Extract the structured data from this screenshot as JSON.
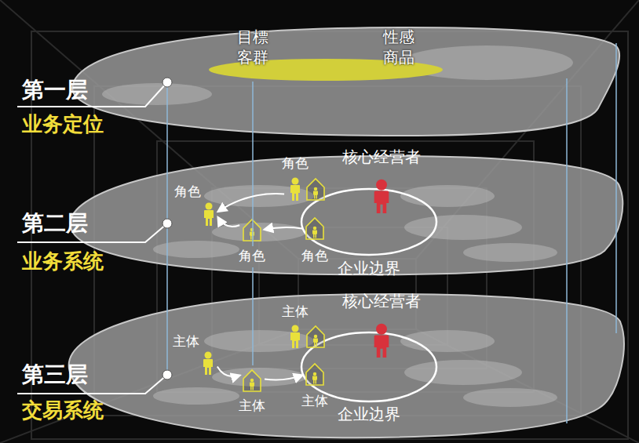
{
  "diagram": {
    "nodes": [
      {
        "text": [
          "第一层",
          "业务定位"
        ]
      },
      {
        "text": [
          "目標 客群",
          "性感 商品"
        ],
        "in": 0
      },
      {
        "text": [
          "第二层",
          "业务系统"
        ]
      },
      {
        "text": [
          "企业边界"
        ],
        "in": 2
      },
      {
        "text": [
          "核心经营者"
        ],
        "in": 2
      },
      {
        "text": [
          "角色"
        ],
        "in": 2
      },
      {
        "text": [
          "角色"
        ],
        "in": 2
      },
      {
        "text": [
          "角色"
        ],
        "in": 2
      },
      {
        "text": [
          "角色"
        ],
        "in": 3
      },
      {
        "text": [
          "第三层",
          "交易系统"
        ]
      },
      {
        "text": [
          "企业边界"
        ],
        "in": 9
      },
      {
        "text": [
          "核心经营者"
        ],
        "in": 9
      },
      {
        "text": [
          "主体"
        ],
        "in": 9
      },
      {
        "text": [
          "主体"
        ],
        "in": 9
      },
      {
        "text": [
          "主体"
        ],
        "in": 9
      },
      {
        "text": [
          "主体"
        ],
        "in": 10
      }
    ],
    "edges": [
      {
        "from": 5,
        "to": 6,
        "arrow": "to"
      },
      {
        "from": 7,
        "to": 6,
        "arrow": "to"
      },
      {
        "from": 8,
        "to": 7,
        "arrow": "to"
      },
      {
        "from": 13,
        "to": 14,
        "arrow": "to"
      },
      {
        "from": 14,
        "to": 15,
        "arrow": "to"
      }
    ]
  }
}
